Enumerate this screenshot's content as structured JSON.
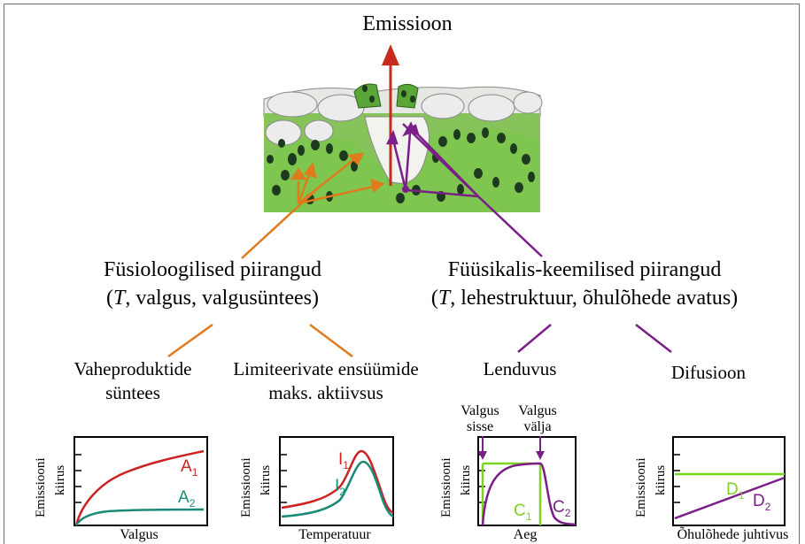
{
  "title": "Emissioon",
  "left_branch": {
    "line1": "Füsioloogilised piirangud",
    "line2_open": "(",
    "line2_T": "T",
    "line2_rest": ", valgus, valgusüntees)"
  },
  "right_branch": {
    "line1": "Füüsikalis-keemilised piirangud",
    "line2_open": "(",
    "line2_T": "T",
    "line2_rest": ", lehestruktuur, õhulõhede avatus)"
  },
  "categories": {
    "a": {
      "line1": "Vaheproduktide",
      "line2": "süntees"
    },
    "b": {
      "line1": "Limiteerivate ensüümide",
      "line2": "maks. aktiivsus"
    },
    "c": {
      "line1": "Lenduvus"
    },
    "d": {
      "line1": "Difusioon"
    }
  },
  "colors": {
    "orange": "#e07a1c",
    "purple": "#7a1f88",
    "red": "#cc2222",
    "teal": "#1a8a78",
    "green": "#7ed321",
    "emission_arrow": "#c62b1e"
  },
  "charts": {
    "a": {
      "ylabel1": "Emissiooni",
      "ylabel2": "kiirus",
      "xlabel": "Valgus",
      "curve1": "A",
      "curve1_sub": "1",
      "curve2": "A",
      "curve2_sub": "2"
    },
    "b": {
      "ylabel1": "Emissiooni",
      "ylabel2": "kiirus",
      "xlabel": "Temperatuur",
      "curve1": "I",
      "curve1_sub": "1",
      "curve2": "I",
      "curve2_sub": "2"
    },
    "c": {
      "ylabel1": "Emissiooni",
      "ylabel2": "kiirus",
      "xlabel": "Aeg",
      "curve1": "C",
      "curve1_sub": "1",
      "curve2": "C",
      "curve2_sub": "2",
      "on_label1": "Valgus",
      "on_label2": "sisse",
      "off_label1": "Valgus",
      "off_label2": "välja"
    },
    "d": {
      "ylabel1": "Emissiooni",
      "ylabel2": "kiirus",
      "xlabel": "Õhulõhede juhtivus",
      "curve1": "D",
      "curve1_sub": "1",
      "curve2": "D",
      "curve2_sub": "2"
    }
  }
}
